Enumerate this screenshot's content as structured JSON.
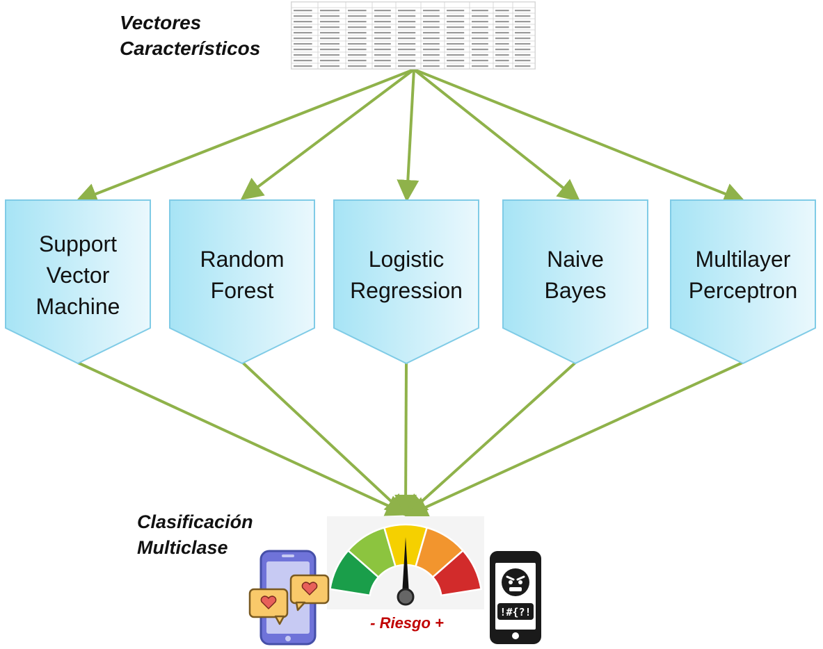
{
  "input": {
    "title_line1": "Vectores",
    "title_line2": "Característicos",
    "table_icon": "feature-table-thumbnail"
  },
  "models": [
    {
      "lines": [
        "Support",
        "Vector",
        "Machine"
      ]
    },
    {
      "lines": [
        "Random",
        "Forest"
      ]
    },
    {
      "lines": [
        "Logistic",
        "Regression"
      ]
    },
    {
      "lines": [
        "Naive",
        "Bayes"
      ]
    },
    {
      "lines": [
        "Multilayer",
        "Perceptron"
      ]
    }
  ],
  "output": {
    "title_line1": "Clasificación",
    "title_line2": "Multiclase",
    "scale_label": "-  Riesgo  +",
    "gauge_colors": [
      "#1a9e4a",
      "#8cc43f",
      "#f5d000",
      "#f2952e",
      "#d22b2b"
    ],
    "left_icon": "phone-hearts-icon",
    "right_icon": "phone-angry-icon"
  },
  "colors": {
    "arrow": "#8fb24a",
    "box_dark": "#a7e4f5",
    "box_light": "#eaf8fd",
    "box_border": "#7fcbe6",
    "risk_text": "#c00000"
  }
}
